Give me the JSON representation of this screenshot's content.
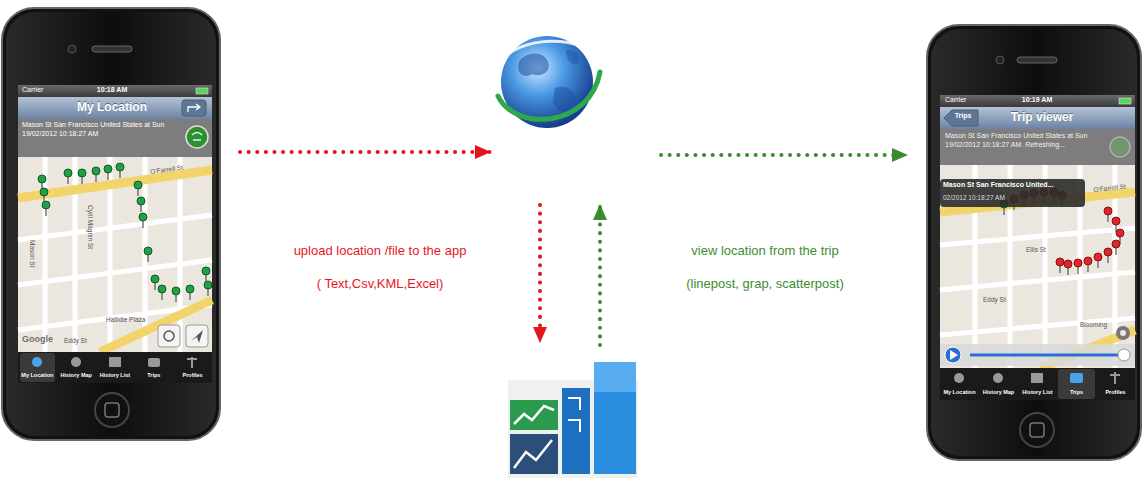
{
  "diagram": {
    "nodes": [
      {
        "text": [
          "Carrier",
          "10:18 AM",
          "My Location",
          "Mason St San Francisco United States at Sun 19/02/2012 10:18:27 AM",
          "O'Farrell St",
          "Cyril Magnin St",
          "Mason St",
          "Hallidie Plaza",
          "Eddy St",
          "Google",
          "My Location",
          "History Map",
          "History List",
          "Trips",
          "Profiles"
        ]
      },
      {
        "text": []
      },
      {
        "text": []
      },
      {
        "text": [
          "Carrier",
          "10:19 AM",
          "Trips",
          "Trip viewer",
          "Mason St San Francisco United States at Sun 19/02/2012 10:18:27 AM. Refreshing...",
          "Mason St San Francisco United...",
          "02/2012 10:18:27 AM",
          "O'Farrell St",
          "Ellis St",
          "Eddy St",
          "Blooming",
          "My Location",
          "History Map",
          "History List",
          "Trips",
          "Profiles"
        ]
      }
    ],
    "edges": [
      {
        "from": 0,
        "to": 1,
        "arrow": "to"
      },
      {
        "from": 1,
        "to": 2,
        "arrow": "to"
      },
      {
        "from": 2,
        "to": 1,
        "arrow": "to"
      },
      {
        "from": 1,
        "to": 3,
        "arrow": "to"
      }
    ],
    "labels": [
      "upload location /file to the app",
      "( Text,Csv,KML,Excel)",
      "view location from the trip",
      "(linepost, grap, scatterpost)"
    ]
  }
}
